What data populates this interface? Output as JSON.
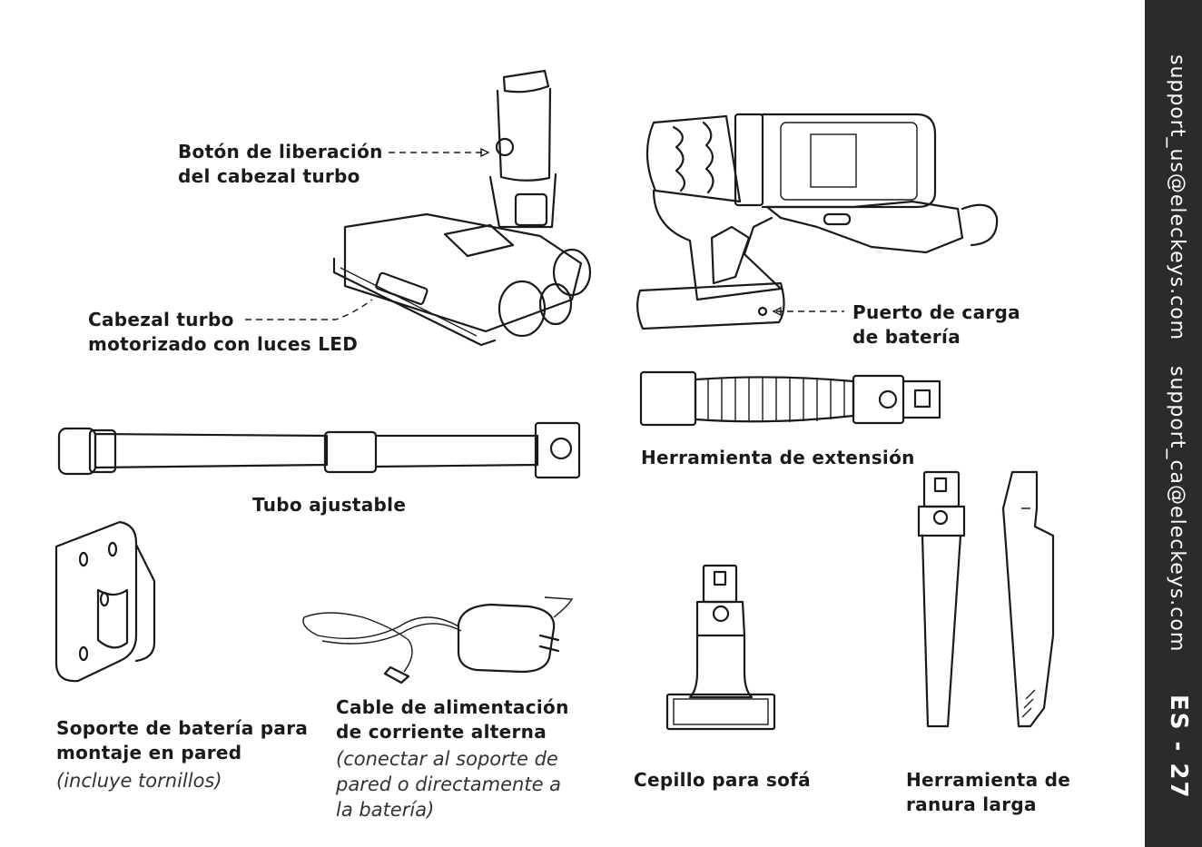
{
  "labels": {
    "release_button": [
      "Botón de liberación",
      "del cabezal turbo"
    ],
    "turbo_head": [
      "Cabezal turbo",
      "motorizado con luces LED"
    ],
    "charging_port": [
      "Puerto de carga",
      "de batería"
    ],
    "extension_tool": "Herramienta de extensión",
    "adjustable_tube": "Tubo ajustable",
    "wall_mount": {
      "title": [
        "Soporte de batería para",
        "montaje en pared"
      ],
      "note": "(incluye tornillos)"
    },
    "ac_cable": {
      "title": [
        "Cable de alimentación",
        "de corriente alterna"
      ],
      "note": [
        "(conectar al soporte de",
        "pared o directamente a",
        "la batería)"
      ]
    },
    "sofa_brush": "Cepillo para sofá",
    "crevice_tool": [
      "Herramienta de",
      "ranura larga"
    ]
  },
  "sidebar": {
    "email_us": "support_us@eleckeys.com",
    "email_ca": "support_ca@eleckeys.com",
    "page": "ES - 27"
  }
}
